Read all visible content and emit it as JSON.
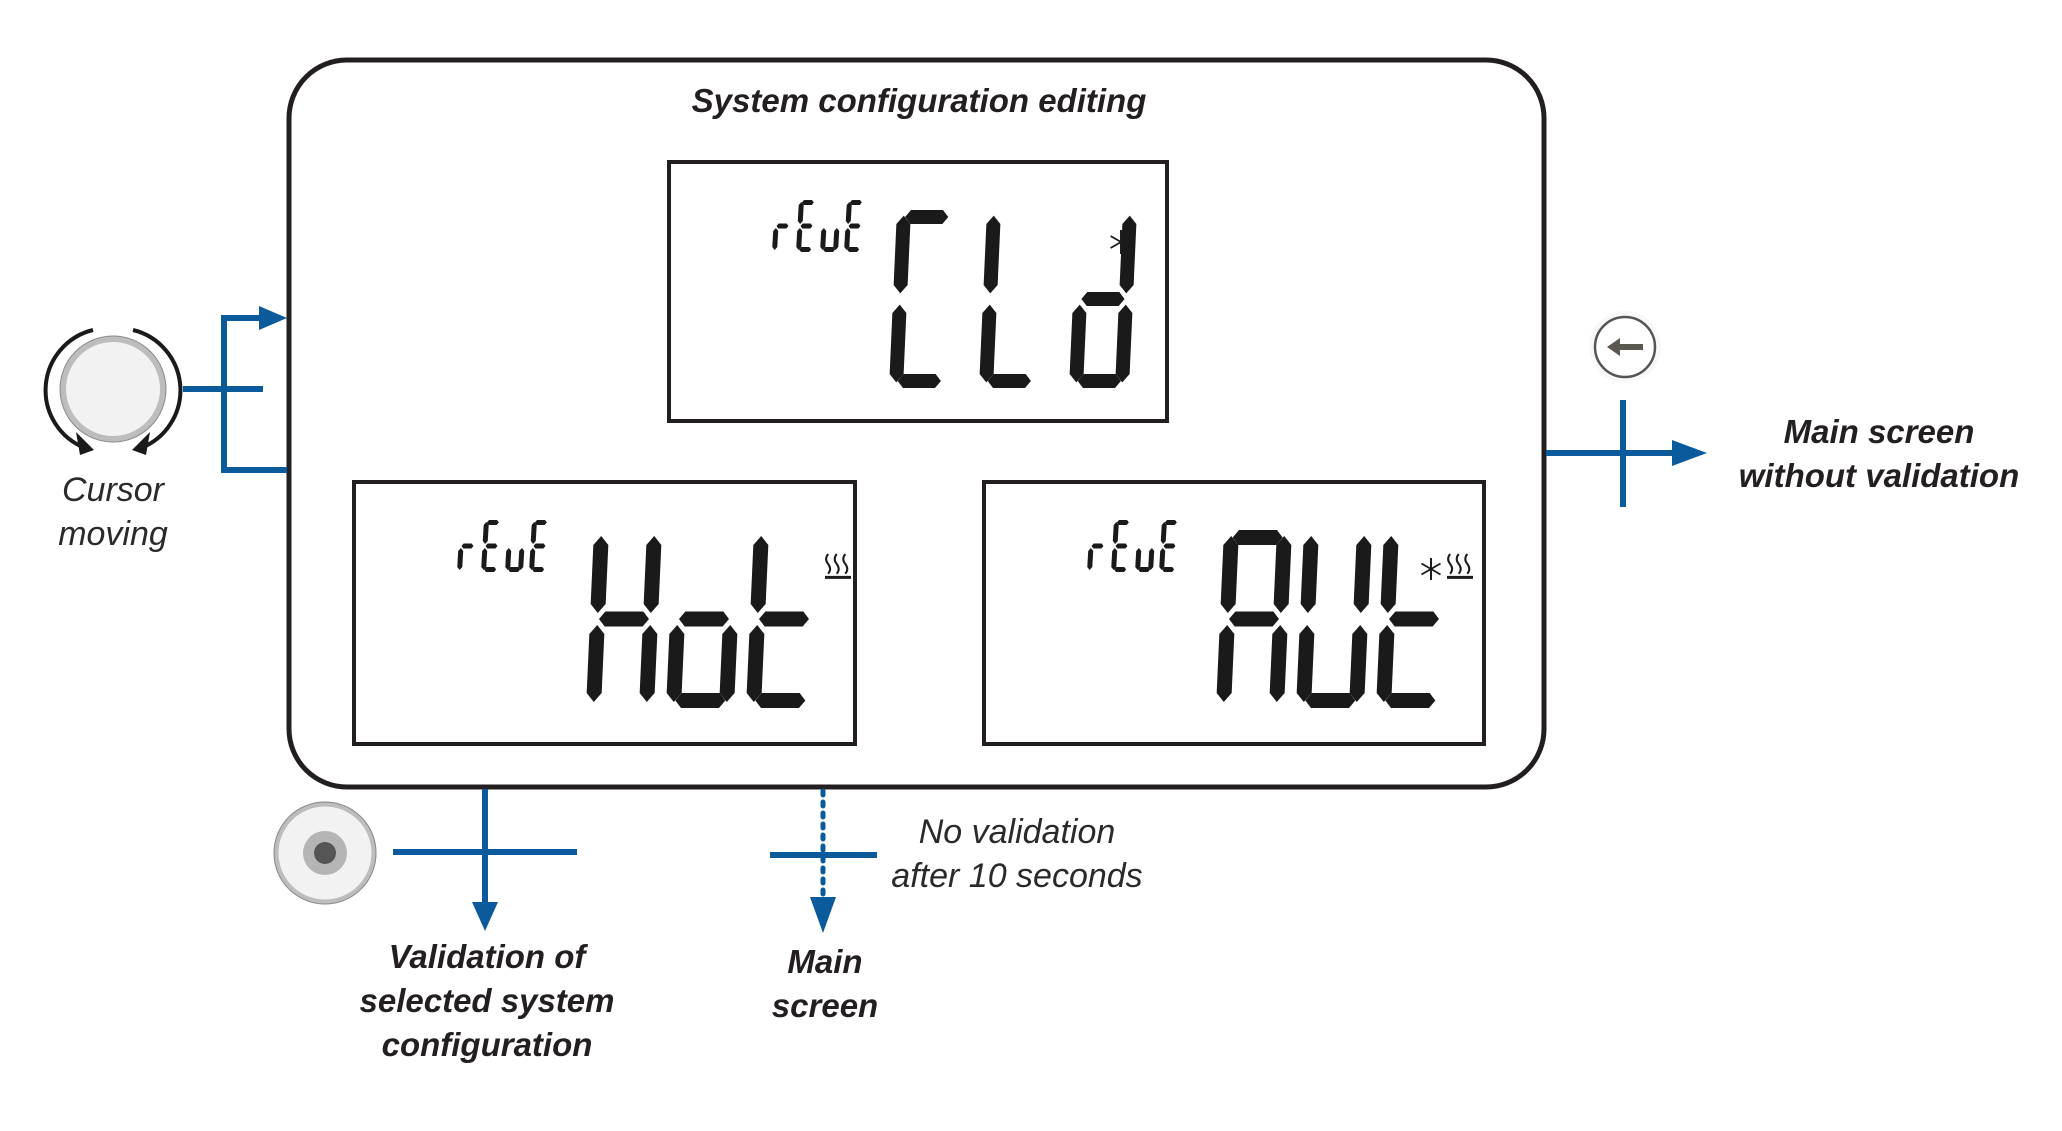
{
  "title": "System configuration editing",
  "colors": {
    "flow_blue": "#0a5a9c",
    "outline": "#231f20",
    "button_face": "#f2f2f3",
    "button_ring": "#bdbdbd",
    "back_arrow": "#5a5850"
  },
  "displays": [
    {
      "id": "cold",
      "label": "rEvE",
      "mode": "CLd",
      "mode_name": "Cold",
      "icons": [
        "snowflake-icon"
      ]
    },
    {
      "id": "hot",
      "label": "rEvE",
      "mode": "Hot",
      "mode_name": "Hot",
      "icons": [
        "heat-waves-icon"
      ]
    },
    {
      "id": "auto",
      "label": "rEvE",
      "mode": "AUt",
      "mode_name": "Auto",
      "icons": [
        "snowflake-icon",
        "heat-waves-icon"
      ]
    }
  ],
  "controls": {
    "rotary_knob": {
      "icon": "rotary-knob-icon",
      "label_lines": [
        "Cursor",
        "moving"
      ]
    },
    "ok_button": {
      "icon": "ok-button-icon",
      "label_lines": [
        "Validation of",
        "selected system",
        "configuration"
      ]
    },
    "back_button": {
      "icon": "back-arrow-icon",
      "label_lines": [
        "Main screen",
        "without validation"
      ]
    },
    "timeout": {
      "note_lines": [
        "No validation",
        "after 10 seconds"
      ],
      "label_lines": [
        "Main",
        "screen"
      ]
    }
  }
}
